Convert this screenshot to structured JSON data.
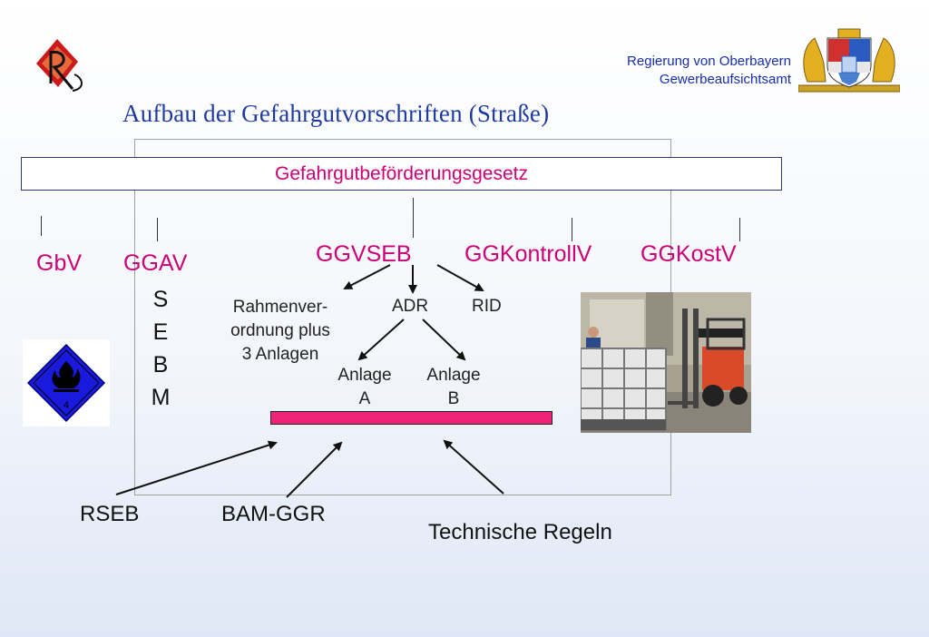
{
  "header": {
    "org_line1": "Regierung von Oberbayern",
    "org_line2": "Gewerbeaufsichtsamt",
    "title": "Aufbau der Gefahrgutvorschriften (Straße)"
  },
  "law": {
    "label": "Gefahrgutbeförderungsgesetz"
  },
  "regulations": {
    "gbv": "GbV",
    "ggav": "GGAV",
    "ggvseb": "GGVSEB",
    "ggkontrollv": "GGKontrollV",
    "ggkostv": "GGKostV"
  },
  "sebm": {
    "s": "S",
    "e": "E",
    "b": "B",
    "m": "M"
  },
  "sub": {
    "rahmen1": "Rahmenver-",
    "rahmen2": "ordnung plus",
    "rahmen3": "3 Anlagen",
    "adr": "ADR",
    "rid": "RID",
    "anlage_a1": "Anlage",
    "anlage_a2": "A",
    "anlage_b1": "Anlage",
    "anlage_b2": "B"
  },
  "hazard_sign": {
    "class_number": "4",
    "icon": "flame-icon",
    "color": "#1a1adf"
  },
  "bottom": {
    "rseb": "RSEB",
    "bam": "BAM-GGR",
    "tech": "Technische Regeln"
  },
  "colors": {
    "accent": "#cc0077",
    "title_blue": "#1f3aa0",
    "bar": "#ee2277"
  }
}
